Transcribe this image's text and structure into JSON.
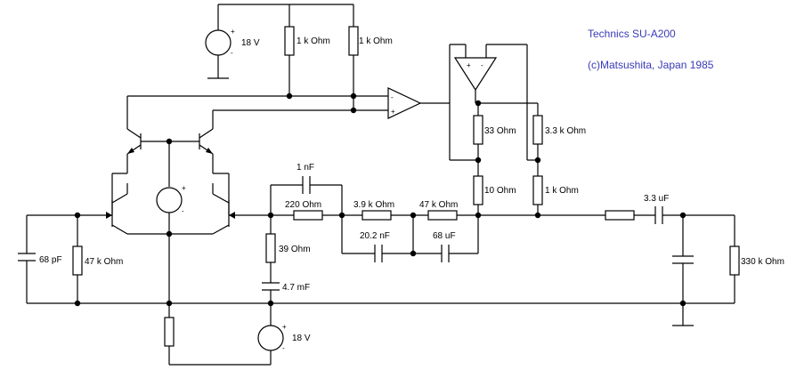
{
  "caption": {
    "title": "Technics SU-A200",
    "copyright": "(c)Matsushita, Japan 1985"
  },
  "labels": {
    "v_top": "18 V",
    "r_top1": "1 k Ohm",
    "r_top2": "1 k Ohm",
    "c_1nf": "1 nF",
    "r_220": "220  Ohm",
    "r_3k9": "3.9 k Ohm",
    "r_47k_mid": "47 k Ohm",
    "r_33": "33  Ohm",
    "r_3k3": "3.3 k Ohm",
    "r_10": "10  Ohm",
    "r_1k_right": "1 k Ohm",
    "c_3u3": "3.3 uF",
    "c_20n2": "20.2 nF",
    "c_68u": "68 uF",
    "r_39": "39  Ohm",
    "c_4m7": "4.7 mF",
    "v_bottom": "18 V",
    "c_68p": "68 pF",
    "r_47k_in": "47 k Ohm",
    "r_330k": "330 k Ohm"
  },
  "signs": {
    "plus": "+",
    "minus": "-"
  },
  "colors": {
    "caption": "#3a3ab8",
    "line": "#000000"
  }
}
